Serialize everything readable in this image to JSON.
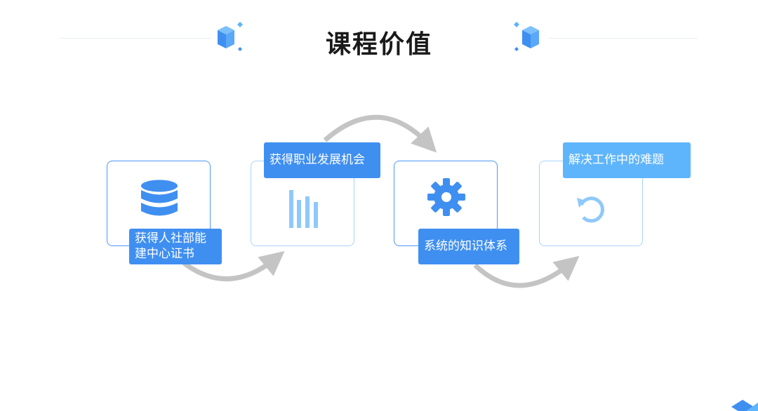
{
  "title": "课程价值",
  "steps": [
    {
      "label": "获得人社部能建中心证书",
      "icon": "database-icon"
    },
    {
      "label": "获得职业发展机会",
      "icon": "bar-chart-icon"
    },
    {
      "label": "系统的知识体系",
      "icon": "gear-icon"
    },
    {
      "label": "解决工作中的难题",
      "icon": "refresh-icon"
    }
  ],
  "colors": {
    "primary": "#3f8ff1",
    "light": "#5fb5fb",
    "card_border": "#4e97f5",
    "card_border_light": "#a9d4fb",
    "arrow": "#c4c4c4"
  }
}
